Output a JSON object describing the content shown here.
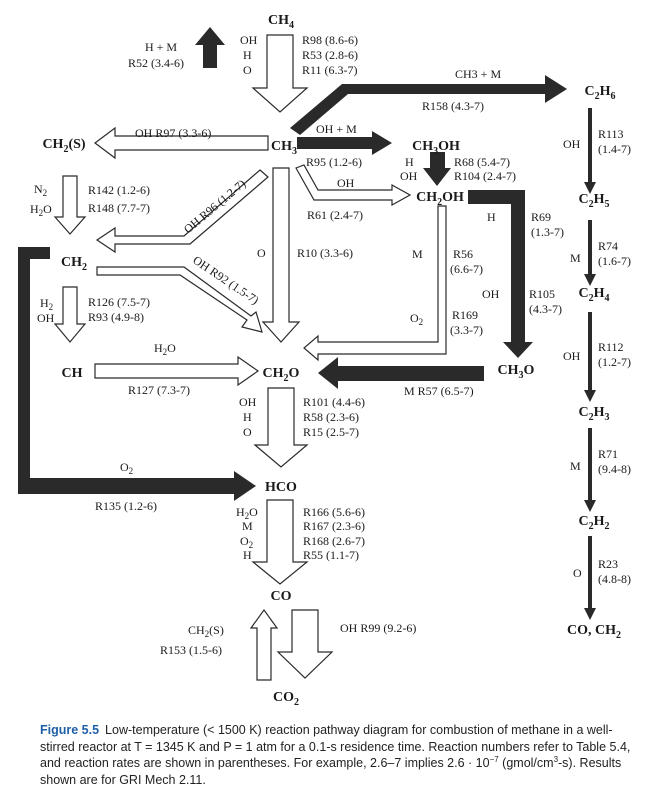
{
  "species": {
    "ch4": "CH4",
    "ch3": "CH3",
    "c2h6": "C2H6",
    "ch2s": "CH2(S)",
    "ch3oh": "CH3OH",
    "ch2oh": "CH2OH",
    "c2h5": "C2H5",
    "ch2": "CH2",
    "c2h4": "C2H4",
    "ch": "CH",
    "ch2o": "CH2O",
    "ch3o": "CH3O",
    "c2h3": "C2H3",
    "hco": "HCO",
    "c2h2": "C2H2",
    "co": "CO",
    "co_ch2": "CO, CH2",
    "co2": "CO2"
  },
  "labels": {
    "ch4_ch3_species": [
      "OH",
      "H",
      "O"
    ],
    "ch4_ch3_rates": [
      "R98 (8.6-6)",
      "R53 (2.8-6)",
      "R11 (6.3-7)"
    ],
    "ch3_ch4_species": "H + M",
    "ch3_ch4_rate": "R52 (3.4-6)",
    "ch3_c2h6_species": "CH3 + M",
    "ch3_c2h6_rate": "R158 (4.3-7)",
    "ch3_ch2s": "OH  R97  (3.3-6)",
    "ch3_ch3oh_species": "OH + M",
    "ch3_ch3oh_rate": "R95 (1.2-6)",
    "ch3oh_ch2oh_species": [
      "H",
      "OH"
    ],
    "ch3oh_ch2oh_rates": [
      "R68 (5.4-7)",
      "R104 (2.4-7)"
    ],
    "ch3_ch2oh_species": "OH",
    "ch3_ch2oh_rate": "R61  (2.4-7)",
    "ch2s_ch2_species": [
      "N2",
      "H2O"
    ],
    "ch2s_ch2_rates": [
      "R142 (1.2-6)",
      "R148 (7.7-7)"
    ],
    "ch3_ch2_diag": "OH R96 (1.2-7)",
    "ch2_ch2o_diag": "OH R92 (1.5-7)",
    "ch3_ch2o_species": "O",
    "ch3_ch2o_rate": "R10 (3.3-6)",
    "ch2oh_ch3o_species": "H",
    "ch2oh_ch3o_rate": [
      "R69",
      "(1.3-7)"
    ],
    "ch2oh_ch2o_m_species": "M",
    "ch2oh_ch2o_m_rate": [
      "R56",
      "(6.6-7)"
    ],
    "ch2oh_ch2o_o2_species": "O2",
    "ch2oh_ch2o_o2_rate": [
      "R169",
      "(3.3-7)"
    ],
    "ch3o_from_ch2oh_species": "OH",
    "ch3o_from_ch2oh_rate": [
      "R105",
      "(4.3-7)"
    ],
    "ch2_ch_species": [
      "H2",
      "OH"
    ],
    "ch2_ch_rates": [
      "R126 (7.5-7)",
      "R93 (4.9-8)"
    ],
    "ch_ch2o_species": "H2O",
    "ch_ch2o_rate": "R127  (7.3-7)",
    "ch3o_ch2o": "M R57 (6.5-7)",
    "ch2o_hco_species": [
      "OH",
      "H",
      "O"
    ],
    "ch2o_hco_rates": [
      "R101 (4.4-6)",
      "R58 (2.3-6)",
      "R15 (2.5-7)"
    ],
    "ch2_hco_species": "O2",
    "ch2_hco_rate": "R135 (1.2-6)",
    "hco_co_species": [
      "H2O",
      "M",
      "O2",
      "H"
    ],
    "hco_co_rates": [
      "R166 (5.6-6)",
      "R167 (2.3-6)",
      "R168 (2.6-7)",
      "R55 (1.1-7)"
    ],
    "co2_co_species": "CH2(S)",
    "co2_co_rate": "R153 (1.5-6)",
    "co_co2": "OH R99 (9.2-6)",
    "c2h6_c2h5_species": "OH",
    "c2h6_c2h5_rate": [
      "R113",
      "(1.4-7)"
    ],
    "c2h5_c2h4_species": "M",
    "c2h5_c2h4_rate": [
      "R74",
      "(1.6-7)"
    ],
    "c2h4_c2h3_species": "OH",
    "c2h4_c2h3_rate": [
      "R112",
      "(1.2-7)"
    ],
    "c2h3_c2h2_species": "M",
    "c2h3_c2h2_rate": [
      "R71",
      "(9.4-8)"
    ],
    "c2h2_co_species": "O",
    "c2h2_co_rate": [
      "R23",
      "(4.8-8)"
    ]
  },
  "caption": {
    "label": "Figure 5.5",
    "text_1": "Low-temperature (< 1500 K) reaction pathway diagram for combustion of methane in a well-stirred reactor at T = 1345 K and P = 1 atm for a 0.1-s residence time. Reaction numbers refer to Table 5.4, and reaction rates are shown in parentheses. For example, 2.6–7 implies 2.6 · 10",
    "exponent": "−7",
    "text_2": " (gmol/cm",
    "unit_exp": "3",
    "text_3": "-s). Results shown are for GRI Mech 2.11."
  },
  "colors": {
    "arrow_dark": "#2a2a2a",
    "caption_label": "#1f5fa8"
  }
}
